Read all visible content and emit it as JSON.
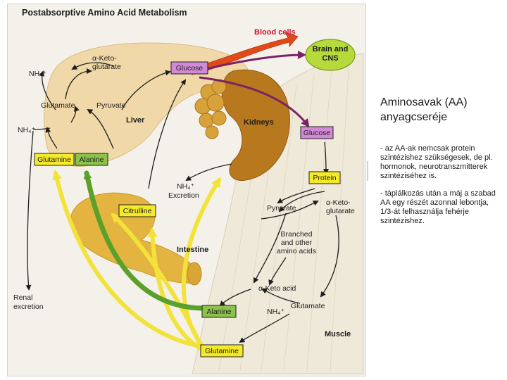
{
  "figure": {
    "title": "Postabsorptive Amino Acid Metabolism",
    "labels": {
      "blood_cells": "Blood cells",
      "brain_cns_1": "Brain and",
      "brain_cns_2": "CNS",
      "alpha_keto_liver_1": "α-Keto-",
      "alpha_keto_liver_2": "glutarate",
      "glucose_liver": "Glucose",
      "nh4_top": "NH₄⁺",
      "glutamate_liver": "Glutamate",
      "pyruvate_liver": "Pyruvate",
      "liver": "Liver",
      "nh4_left": "NH₄⁺",
      "kidneys": "Kidneys",
      "glucose_muscle": "Glucose",
      "glutamine_liver": "Glutamine",
      "alanine_liver": "Alanine",
      "nh4_excretion_1": "NH₄⁺",
      "nh4_excretion_2": "Excretion",
      "protein": "Protein",
      "pyruvate_muscle": "Pyruvate",
      "alpha_keto_muscle_1": "α-Keto-",
      "alpha_keto_muscle_2": "glutarate",
      "citrulline": "Citrulline",
      "branched_1": "Branched",
      "branched_2": "and other",
      "branched_3": "amino acids",
      "intestine": "Intestine",
      "alpha_keto_acid": "α-Keto acid",
      "renal_1": "Renal",
      "renal_2": "excretion",
      "alanine_muscle": "Alanine",
      "nh4_muscle": "NH₄⁺",
      "glutamate_muscle": "Glutamate",
      "muscle": "Muscle",
      "glutamine_muscle": "Glutamine"
    },
    "colors": {
      "liver": "#f0d8a8",
      "intestine": "#e4b440",
      "kidneys": "#b8781e",
      "muscle": "#efe9da",
      "glucose_box": "#d18ad6",
      "yellow_box": "#f5ea2a",
      "green_box": "#8ac24a",
      "purple_arrow": "#7a2266",
      "yellow_arrow": "#f2e23a",
      "green_arrow": "#5aa02a",
      "blood_arrow": "#e04a1a"
    }
  },
  "side": {
    "title": "Aminosavak (AA) anyagcseréje",
    "par1": "- az AA-ak nemcsak protein szintézishez szükségesek, de pl. hormonok, neurotranszmitterek szintéziséhez is.",
    "par2": "- táplálkozás után a máj a szabad AA egy részét azonnal lebontja, 1/3-át felhasználja fehérje szintézishez."
  }
}
